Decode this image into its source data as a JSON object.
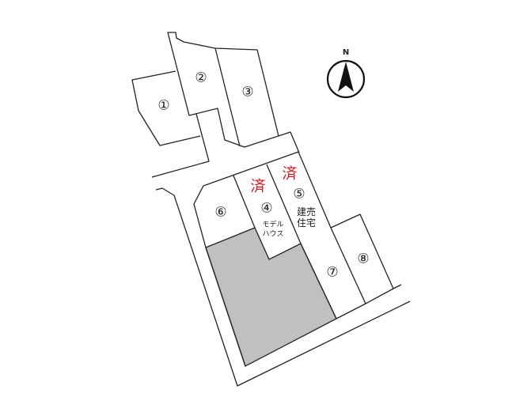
{
  "compass": {
    "label": "N",
    "icon": "north-arrow-icon"
  },
  "lots": [
    {
      "number": "①"
    },
    {
      "number": "②"
    },
    {
      "number": "③"
    },
    {
      "number": "④",
      "note": "モデル\nハウス",
      "note_line1": "モデル",
      "note_line2": "ハウス",
      "status": "済"
    },
    {
      "number": "⑤",
      "note_line1": "建売",
      "note_line2": "住宅",
      "status": "済"
    },
    {
      "number": "⑥"
    },
    {
      "number": "⑦"
    },
    {
      "number": "⑧"
    }
  ],
  "colors": {
    "sold": "#e8141b",
    "shaded_area": "#c0c0c0",
    "line": "#222222"
  }
}
